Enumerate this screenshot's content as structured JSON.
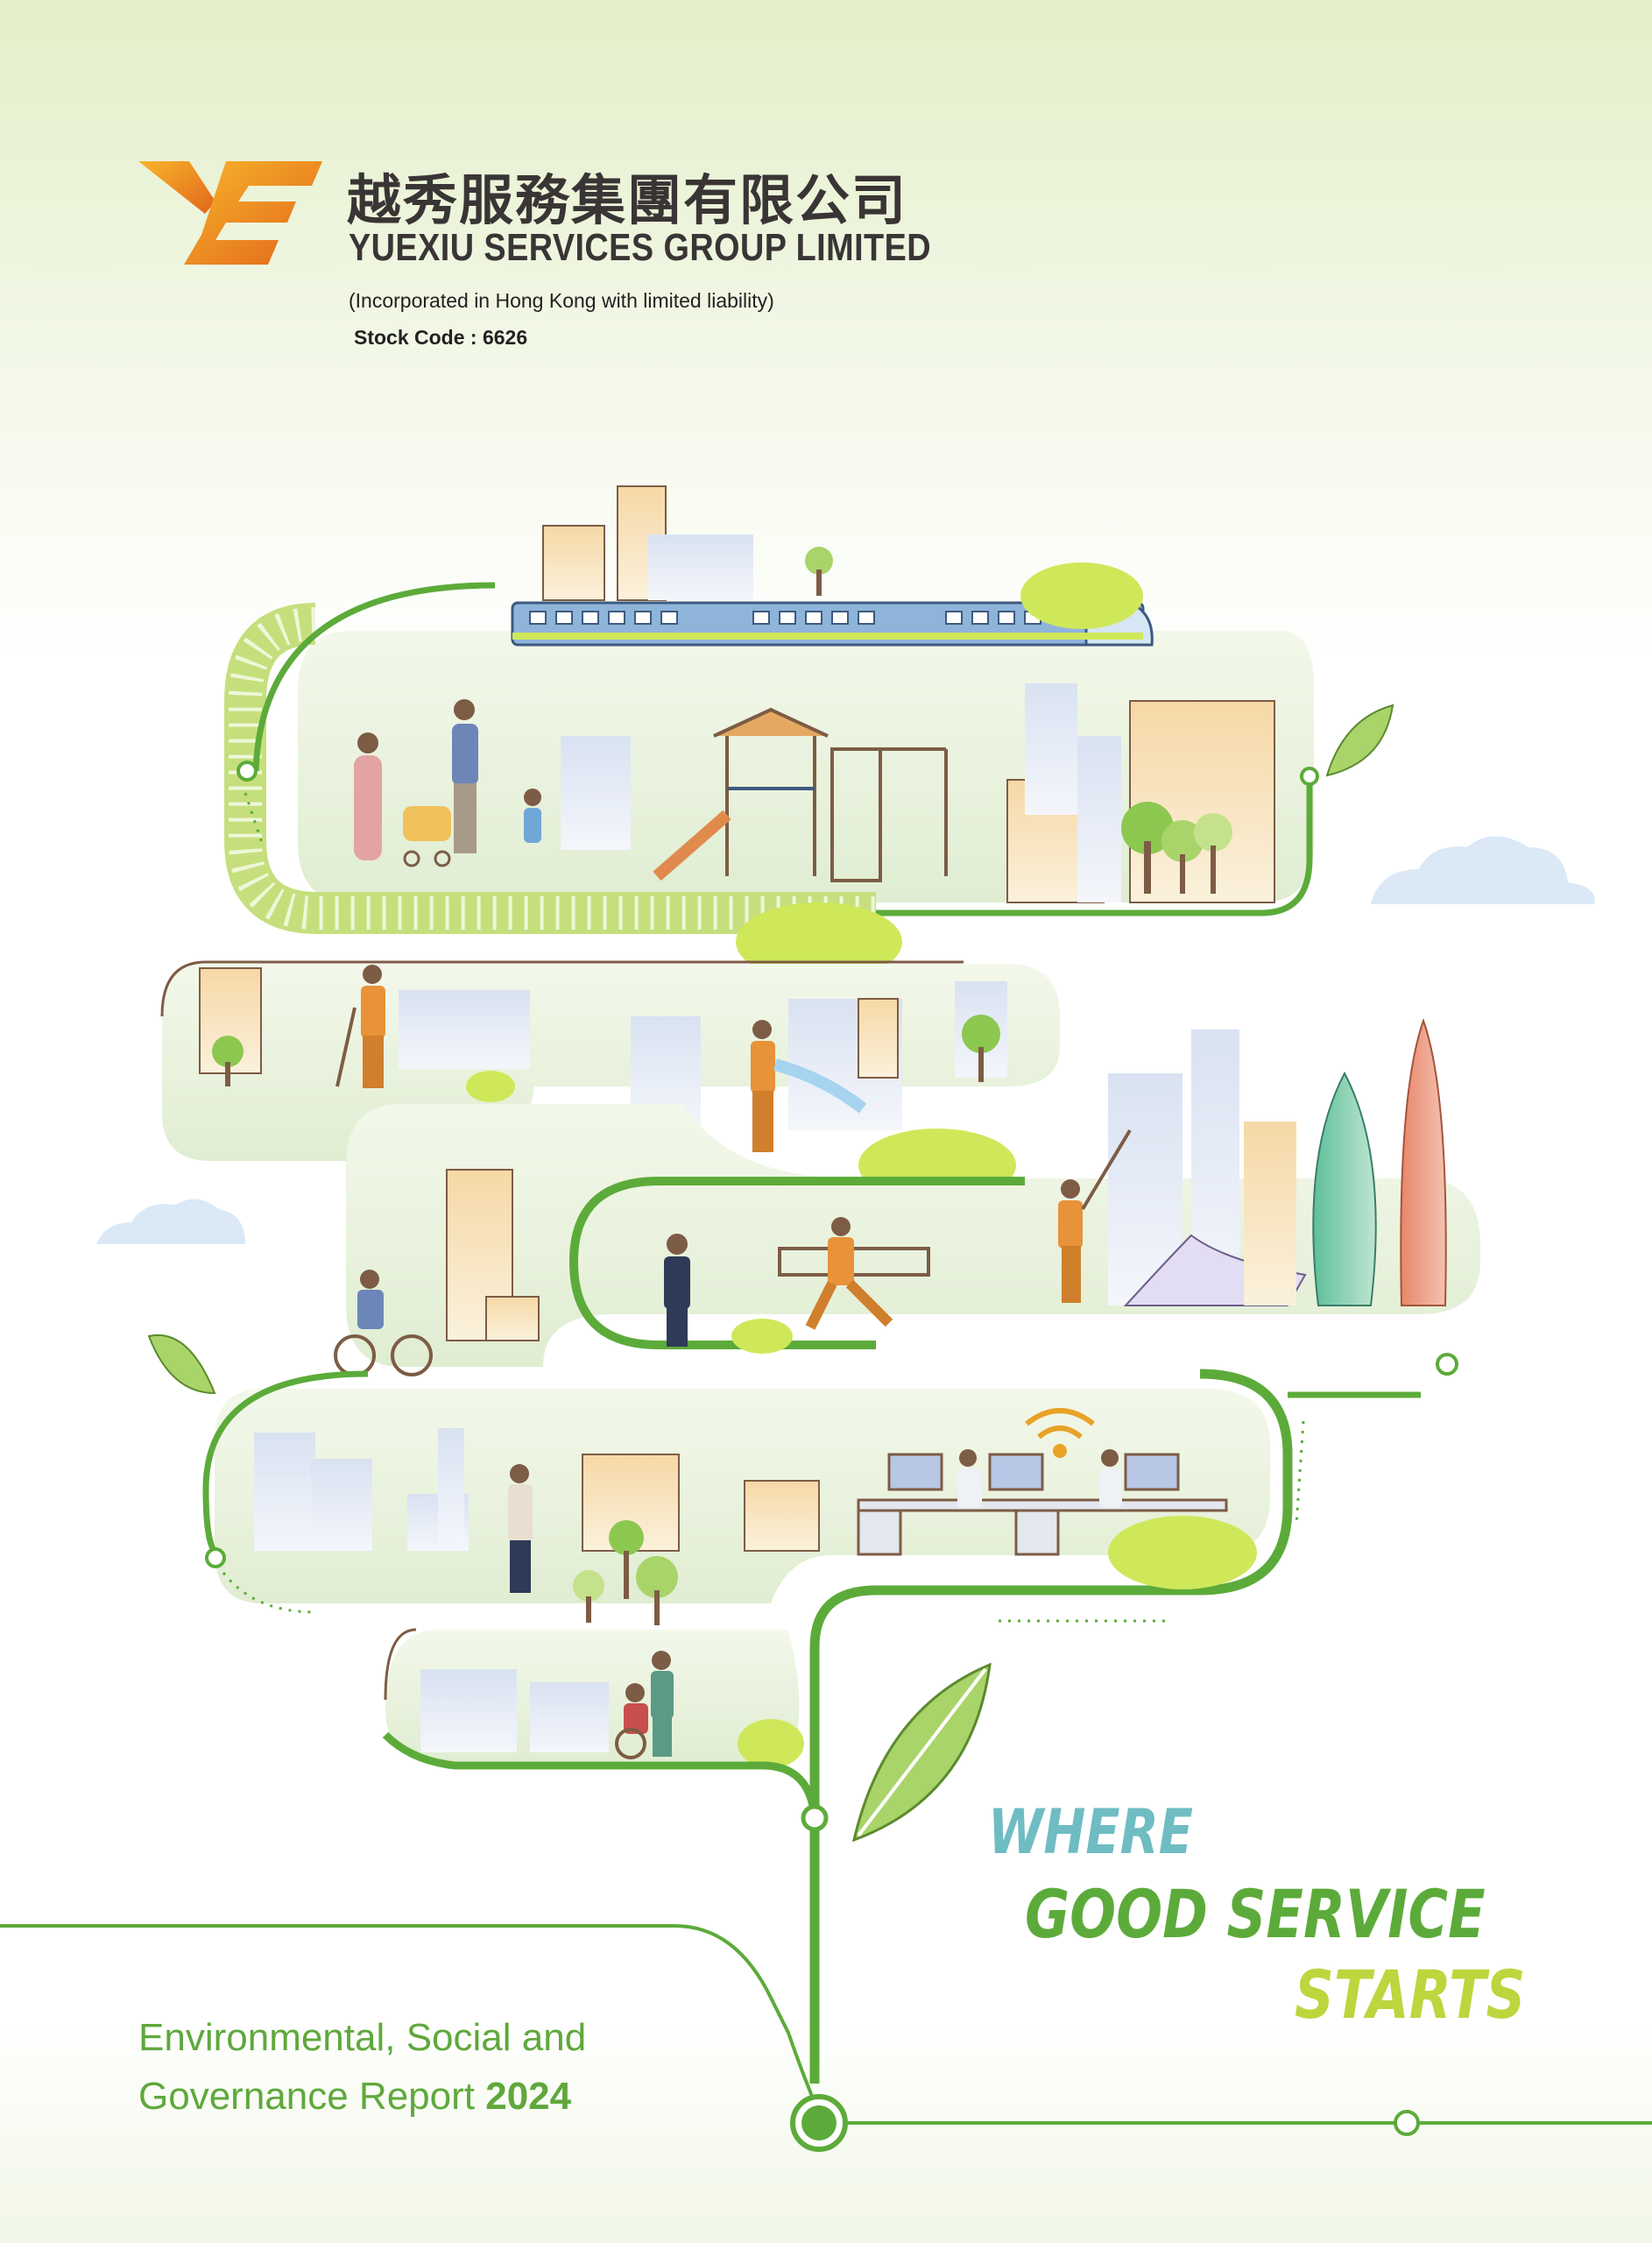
{
  "header": {
    "company_name_cn": "越秀服務集團有限公司",
    "company_name_en": "YUEXIU SERVICES GROUP LIMITED",
    "incorporation": "(Incorporated in Hong Kong with limited liability)",
    "stock_code": "Stock Code : 6626"
  },
  "slogan": {
    "line1": "WHERE",
    "line2": "GOOD SERVICE",
    "line3": "STARTS"
  },
  "report": {
    "line1": "Environmental, Social and",
    "line2_prefix": "Governance Report ",
    "year": "2024"
  },
  "colors": {
    "brand_orange": "#f29a1d",
    "brand_green": "#5cab3a",
    "light_green": "#bcd63e",
    "teal": "#6fbcc3",
    "text_dark": "#3a3535"
  }
}
